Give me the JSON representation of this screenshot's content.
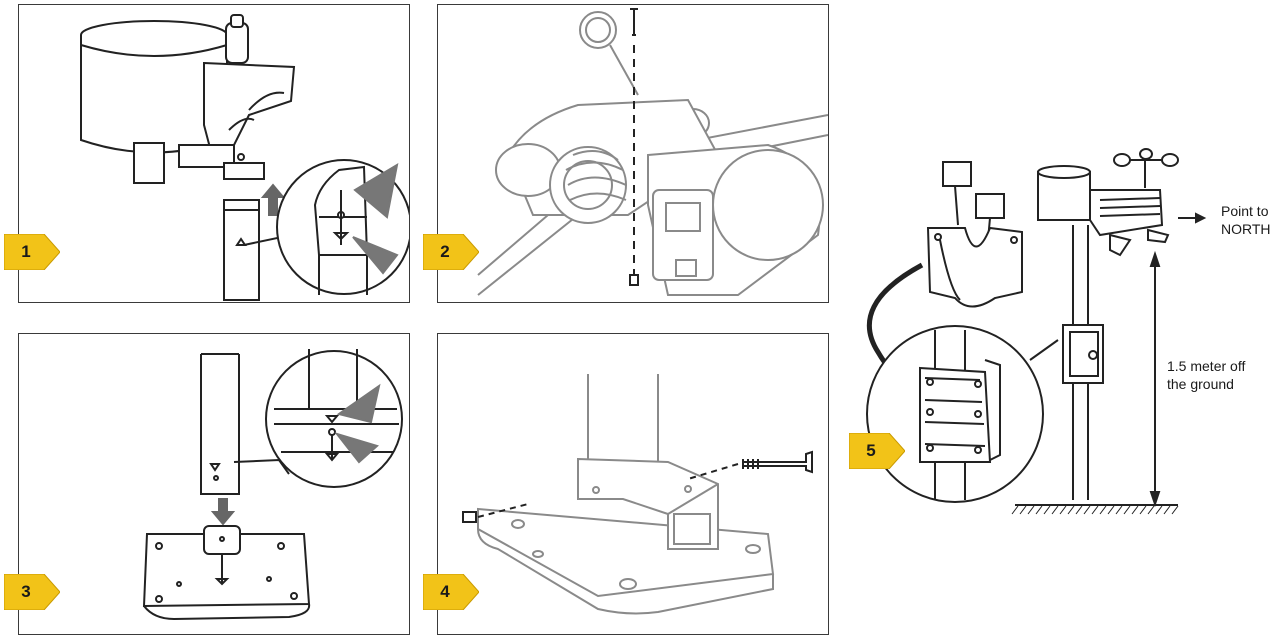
{
  "steps": [
    {
      "number": "1"
    },
    {
      "number": "2"
    },
    {
      "number": "3"
    },
    {
      "number": "4"
    },
    {
      "number": "5"
    }
  ],
  "labels": {
    "north": [
      "Point to",
      "NORTH"
    ],
    "height": [
      "1.5 meter off",
      "the ground"
    ]
  },
  "colors": {
    "badge_fill": "#F2C318",
    "badge_edge": "#C99A00",
    "line": "#2b2b2b",
    "faded_line": "#8a8a8a",
    "arrow_grey": "#777777"
  }
}
